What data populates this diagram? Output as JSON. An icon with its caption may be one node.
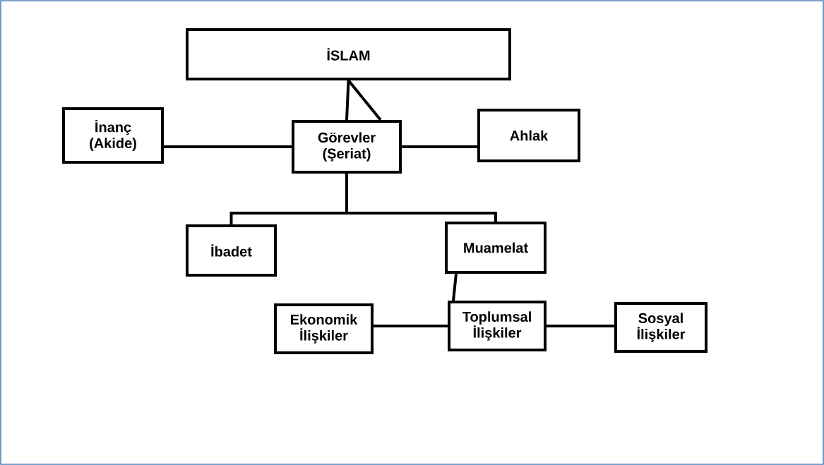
{
  "diagram": {
    "nodes": [
      {
        "text": [
          "İSLAM"
        ]
      },
      {
        "text": [
          "İnanç (Akide)"
        ]
      },
      {
        "text": [
          "Görevler (Şeriat)"
        ]
      },
      {
        "text": [
          "Ahlak"
        ]
      },
      {
        "text": [
          "İbadet"
        ]
      },
      {
        "text": [
          "Muamelat"
        ]
      },
      {
        "text": [
          "Ekonomik İlişkiler"
        ]
      },
      {
        "text": [
          "Toplumsal İlişkiler"
        ]
      },
      {
        "text": [
          "Sosyal İlişkiler"
        ]
      }
    ],
    "edges": [
      {
        "from": 0,
        "to": 2,
        "arrow": "none"
      },
      {
        "from": 0,
        "to": 2,
        "arrow": "none"
      },
      {
        "from": 2,
        "to": 1,
        "arrow": "none"
      },
      {
        "from": 2,
        "to": 3,
        "arrow": "none"
      },
      {
        "from": 2,
        "to": 4,
        "arrow": "none"
      },
      {
        "from": 2,
        "to": 5,
        "arrow": "none"
      },
      {
        "from": 5,
        "to": 7,
        "arrow": "none"
      },
      {
        "from": 7,
        "to": 6,
        "arrow": "none"
      },
      {
        "from": 7,
        "to": 8,
        "arrow": "none"
      }
    ]
  }
}
